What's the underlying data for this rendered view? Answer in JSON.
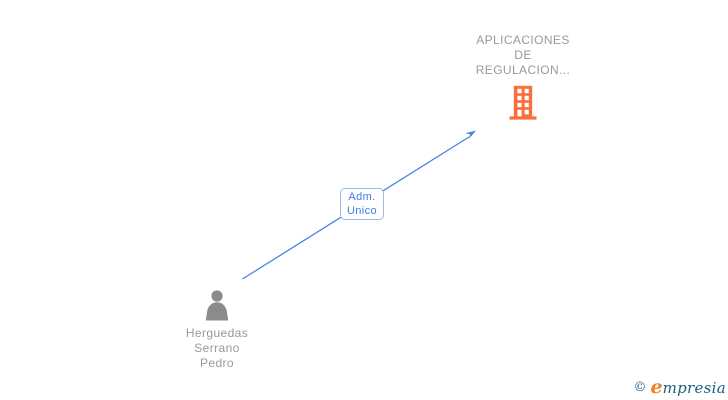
{
  "page": {
    "background": "#ffffff"
  },
  "diagram": {
    "nodes": [
      {
        "id": "company",
        "type": "company",
        "icon": "building-icon",
        "icon_color": "#fa6e3f",
        "text_color": "#999999",
        "label_lines": [
          "APLICACIONES",
          "DE",
          "REGULACION..."
        ]
      },
      {
        "id": "person",
        "type": "person",
        "icon": "person-icon",
        "icon_color": "#8b8b8b",
        "text_color": "#999999",
        "label_lines": [
          "Herguedas",
          "Serrano",
          "Pedro"
        ]
      }
    ],
    "edge": {
      "from": "person",
      "to": "company",
      "role_label_lines": [
        "Adm.",
        "Unico"
      ],
      "line_color": "#4b80e4",
      "label_text_color": "#3c7cdf",
      "label_border_color": "#97bbec",
      "label_background": "#ffffff"
    }
  },
  "watermark": {
    "copyright_symbol": "©",
    "brand_first_letter": "e",
    "brand_rest": "mpresia",
    "copyright_color": "#25638b",
    "brand_first_letter_color": "#f08222",
    "brand_rest_color": "#1f5d80"
  }
}
